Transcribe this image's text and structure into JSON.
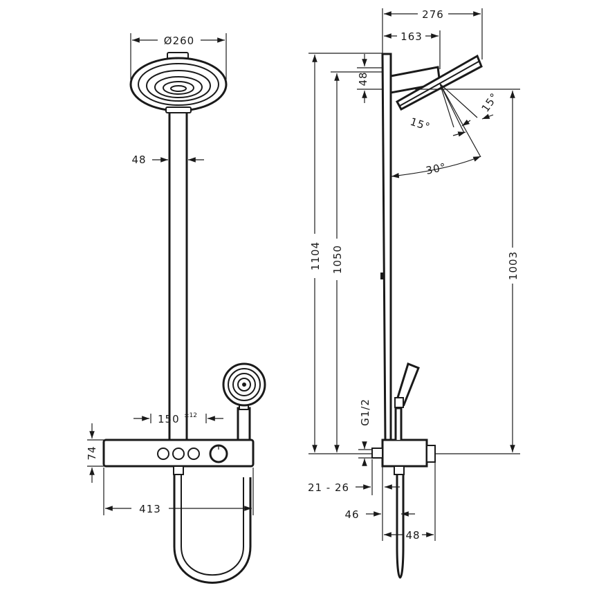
{
  "front_view": {
    "dimensions": {
      "head_diameter": "Ø260",
      "pipe_diameter": "48",
      "spacing_main": "150",
      "spacing_tolerance": "±12",
      "thermostat_height": "74",
      "thermostat_width": "413"
    }
  },
  "side_view": {
    "dimensions": {
      "total_projection": "276",
      "arm_projection": "163",
      "head_offset": "48",
      "total_height": "1104",
      "column_height": "1050",
      "head_height": "1003",
      "tilt_a": "15°",
      "tilt_b": "15°",
      "tilt_total": "30°",
      "thread": "G1/2",
      "wall_gap": "21 - 26",
      "hand_offset": "46",
      "body_depth": "48"
    }
  }
}
